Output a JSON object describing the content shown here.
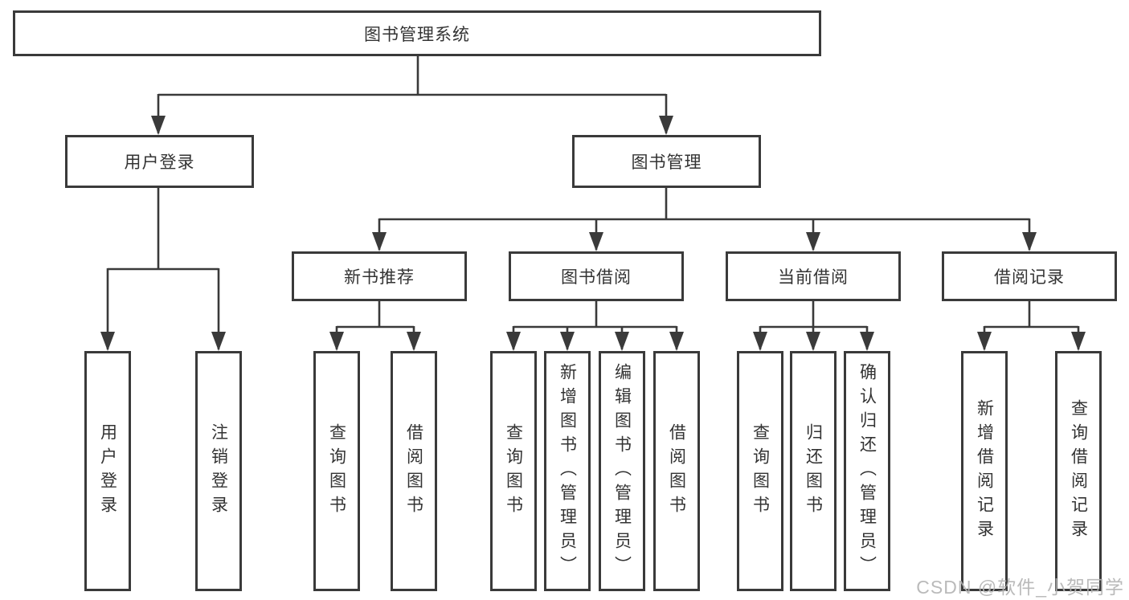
{
  "watermark": {
    "text": "CSDN @软件_小贺同学"
  },
  "colors": {
    "line": "#3a3a3a",
    "box_border": "#3a3a3a",
    "text": "#333333",
    "background": "#ffffff",
    "watermark": "#b3b3b3"
  },
  "tree": {
    "root": {
      "label": "图书管理系统"
    },
    "branches": [
      {
        "label": "用户登录",
        "children": [
          {
            "label": "用户登录"
          },
          {
            "label": "注销登录"
          }
        ]
      },
      {
        "label": "图书管理",
        "children": [
          {
            "label": "新书推荐",
            "children": [
              {
                "label": "查询图书"
              },
              {
                "label": "借阅图书"
              }
            ]
          },
          {
            "label": "图书借阅",
            "children": [
              {
                "label": "查询图书"
              },
              {
                "label": "新增图书（管理员）"
              },
              {
                "label": "编辑图书（管理员）"
              },
              {
                "label": "借阅图书"
              }
            ]
          },
          {
            "label": "当前借阅",
            "children": [
              {
                "label": "查询图书"
              },
              {
                "label": "归还图书"
              },
              {
                "label": "确认归还（管理员）"
              }
            ]
          },
          {
            "label": "借阅记录",
            "children": [
              {
                "label": "新增借阅记录"
              },
              {
                "label": "查询借阅记录"
              }
            ]
          }
        ]
      }
    ]
  }
}
